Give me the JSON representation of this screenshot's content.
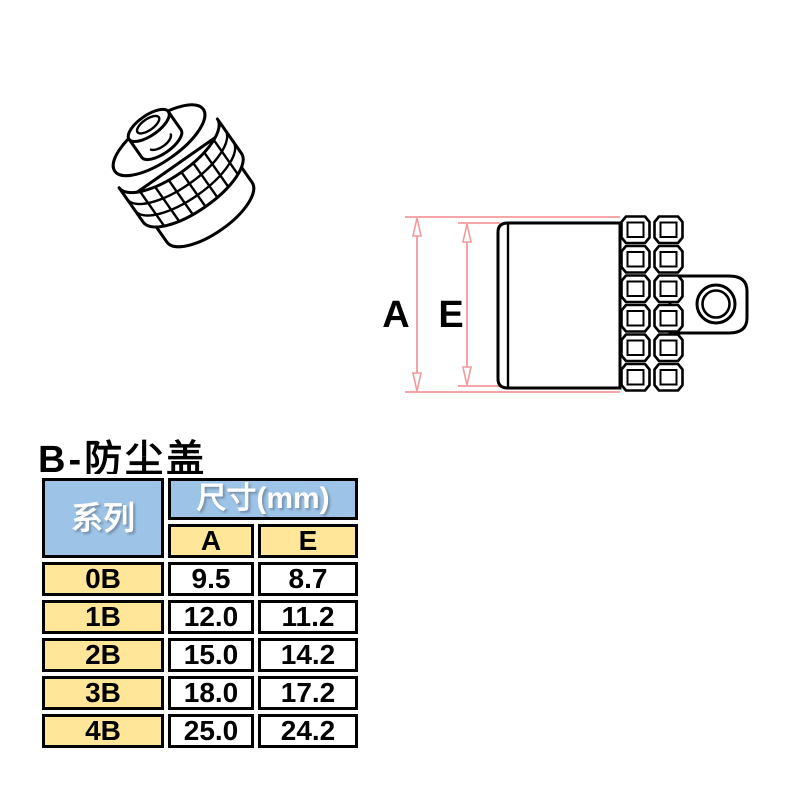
{
  "title": "B-防尘盖",
  "drawing": {
    "label_a": "A",
    "label_e": "E",
    "dimension_color": "#F2999B",
    "outline_color": "#000000"
  },
  "table": {
    "header_series": "系列",
    "header_dimension": "尺寸(mm)",
    "header_a": "A",
    "header_e": "E",
    "rows": [
      {
        "series": "0B",
        "a": "9.5",
        "e": "8.7"
      },
      {
        "series": "1B",
        "a": "12.0",
        "e": "11.2"
      },
      {
        "series": "2B",
        "a": "15.0",
        "e": "14.2"
      },
      {
        "series": "3B",
        "a": "18.0",
        "e": "17.2"
      },
      {
        "series": "4B",
        "a": "25.0",
        "e": "24.2"
      }
    ],
    "colors": {
      "header_blue": "#9DC3E6",
      "cell_yellow": "#FFE699",
      "cell_white": "#FFFFFF",
      "border": "#000000"
    }
  }
}
